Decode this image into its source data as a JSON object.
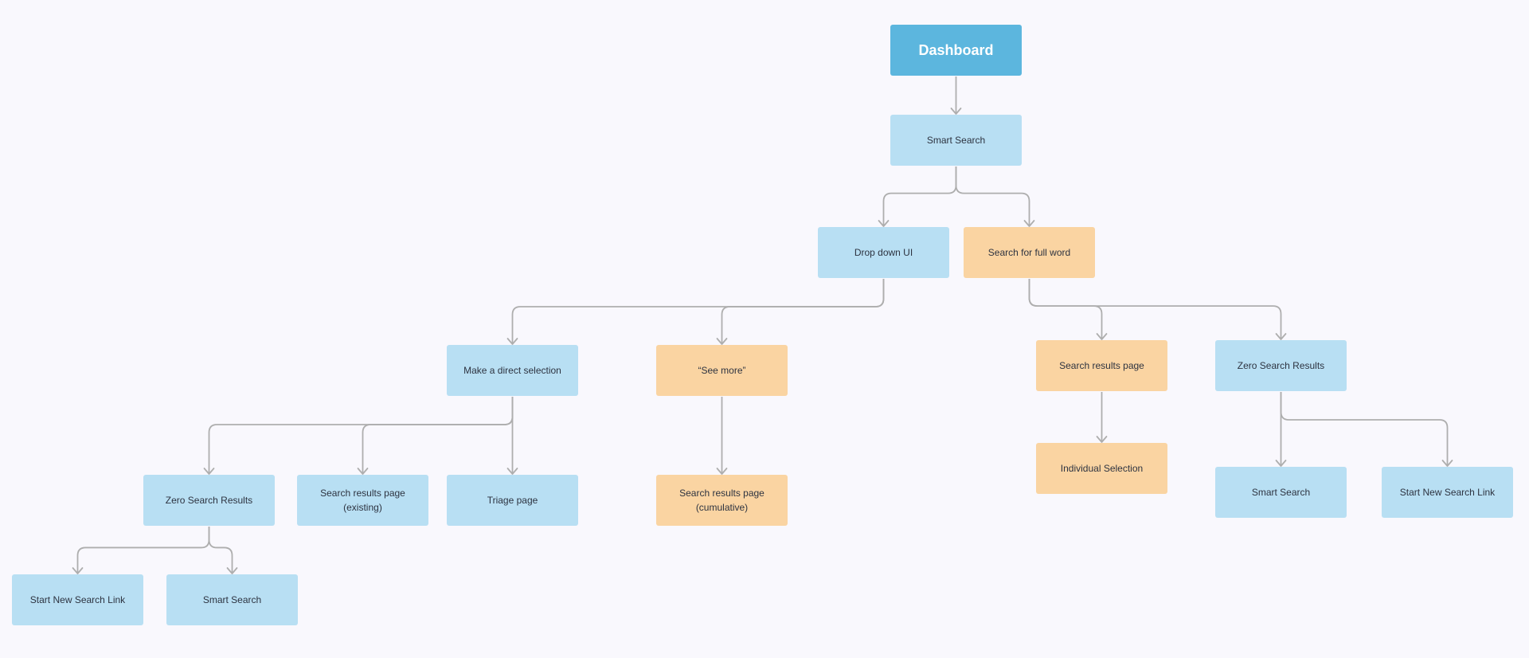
{
  "colors": {
    "background": "#f9f8fd",
    "root": "#5cb6de",
    "blue": "#b8dff3",
    "orange": "#fad4a2",
    "connector": "#aeaeae"
  },
  "nodes": {
    "dashboard": {
      "label": "Dashboard",
      "kind": "root"
    },
    "smart_search": {
      "label": "Smart Search",
      "kind": "blue"
    },
    "drop_down_ui": {
      "label": "Drop down UI",
      "kind": "blue"
    },
    "search_full_word": {
      "label": "Search for full word",
      "kind": "orange"
    },
    "make_direct_selection": {
      "label": "Make a direct selection",
      "kind": "blue"
    },
    "see_more": {
      "label": "“See more”",
      "kind": "orange"
    },
    "search_results_page_right": {
      "label": "Search results page",
      "kind": "orange"
    },
    "zero_search_results_right": {
      "label": "Zero Search Results",
      "kind": "blue"
    },
    "zero_search_results_left": {
      "label": "Zero Search Results",
      "kind": "blue"
    },
    "search_results_existing": {
      "label": "Search results page\n(existing)",
      "kind": "blue"
    },
    "triage_page": {
      "label": "Triage page",
      "kind": "blue"
    },
    "search_results_cumulative": {
      "label": "Search results page\n(cumulative)",
      "kind": "orange"
    },
    "individual_selection": {
      "label": "Individual Selection",
      "kind": "orange"
    },
    "smart_search_right": {
      "label": "Smart Search",
      "kind": "blue"
    },
    "start_new_search_link_right": {
      "label": "Start New Search Link",
      "kind": "blue"
    },
    "start_new_search_link_left": {
      "label": "Start New Search Link",
      "kind": "blue"
    },
    "smart_search_left": {
      "label": "Smart Search",
      "kind": "blue"
    }
  },
  "edges": [
    [
      "dashboard",
      "smart_search"
    ],
    [
      "smart_search",
      "drop_down_ui"
    ],
    [
      "smart_search",
      "search_full_word"
    ],
    [
      "drop_down_ui",
      "make_direct_selection"
    ],
    [
      "drop_down_ui",
      "see_more"
    ],
    [
      "search_full_word",
      "search_results_page_right"
    ],
    [
      "search_full_word",
      "zero_search_results_right"
    ],
    [
      "make_direct_selection",
      "zero_search_results_left"
    ],
    [
      "make_direct_selection",
      "search_results_existing"
    ],
    [
      "make_direct_selection",
      "triage_page"
    ],
    [
      "see_more",
      "search_results_cumulative"
    ],
    [
      "search_results_page_right",
      "individual_selection"
    ],
    [
      "zero_search_results_right",
      "smart_search_right"
    ],
    [
      "zero_search_results_right",
      "start_new_search_link_right"
    ],
    [
      "zero_search_results_left",
      "start_new_search_link_left"
    ],
    [
      "zero_search_results_left",
      "smart_search_left"
    ]
  ]
}
